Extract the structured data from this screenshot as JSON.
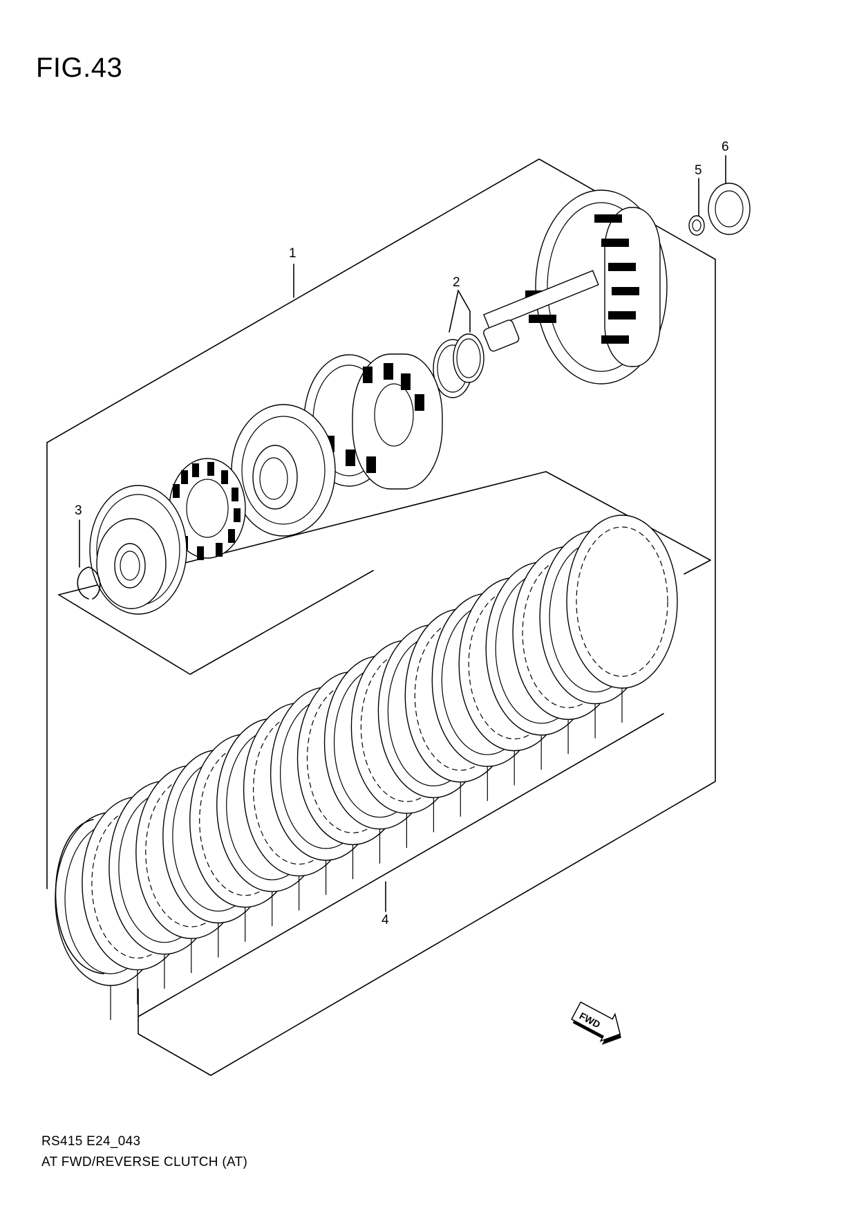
{
  "figure": {
    "title": "FIG.43"
  },
  "callouts": [
    {
      "id": "1",
      "label": "1"
    },
    {
      "id": "2",
      "label": "2"
    },
    {
      "id": "3",
      "label": "3"
    },
    {
      "id": "4",
      "label": "4"
    },
    {
      "id": "5",
      "label": "5"
    },
    {
      "id": "6",
      "label": "6"
    }
  ],
  "direction_badge": {
    "label": "FWD"
  },
  "footer": {
    "code": "RS415 E24_043",
    "caption": "AT FWD/REVERSE CLUTCH (AT)"
  }
}
